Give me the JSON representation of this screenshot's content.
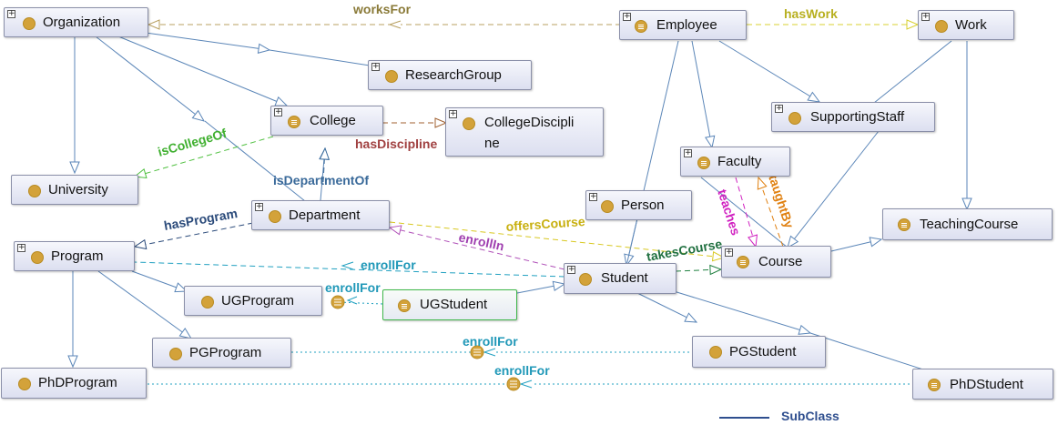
{
  "nodes": {
    "organization": {
      "label": "Organization"
    },
    "employee": {
      "label": "Employee"
    },
    "work": {
      "label": "Work"
    },
    "research_group": {
      "label": "ResearchGroup"
    },
    "college": {
      "label": "College"
    },
    "college_discipline": {
      "label_line1": "CollegeDiscipli",
      "label_line2": "ne"
    },
    "supporting_staff": {
      "label": "SupportingStaff"
    },
    "faculty": {
      "label": "Faculty"
    },
    "university": {
      "label": "University"
    },
    "person": {
      "label": "Person"
    },
    "department": {
      "label": "Department"
    },
    "teaching_course": {
      "label": "TeachingCourse"
    },
    "program": {
      "label": "Program"
    },
    "course": {
      "label": "Course"
    },
    "student": {
      "label": "Student"
    },
    "ug_program": {
      "label": "UGProgram"
    },
    "ug_student": {
      "label": "UGStudent"
    },
    "pg_program": {
      "label": "PGProgram"
    },
    "pg_student": {
      "label": "PGStudent"
    },
    "phd_program": {
      "label": "PhDProgram"
    },
    "phd_student": {
      "label": "PhDStudent"
    }
  },
  "relations": {
    "works_for": "worksFor",
    "has_work": "hasWork",
    "is_college_of": "isCollegeOf",
    "has_discipline": "hasDiscipline",
    "is_department_of": "isDepartmentOf",
    "has_program": "hasProgram",
    "offers_course": "offersCourse",
    "enroll_in": "enrollIn",
    "teaches": "teaches",
    "taught_by": "taughtBy",
    "takes_course": "takesCourse",
    "enroll_for_program": "enrollFor",
    "enroll_for_ug": "enrollFor",
    "enroll_for_pg": "enrollFor",
    "enroll_for_phd": "enrollFor"
  },
  "legend": {
    "subclass_label": "SubClass"
  },
  "colors": {
    "subclass": "#5b86b8",
    "works_for": "#b8a060",
    "has_work": "#d8d030",
    "is_college_of": "#50c040",
    "has_discipline": "#a06030",
    "is_department_of": "#3a6a9a",
    "has_program": "#2a4a7a",
    "offers_course": "#d8c820",
    "enroll_in": "#b050b8",
    "teaches": "#d020c0",
    "taught_by": "#e08010",
    "takes_course": "#208040",
    "enroll_for": "#20a0c0",
    "node_dot": "#d3a23a",
    "selected_border": "#3fb84a"
  }
}
